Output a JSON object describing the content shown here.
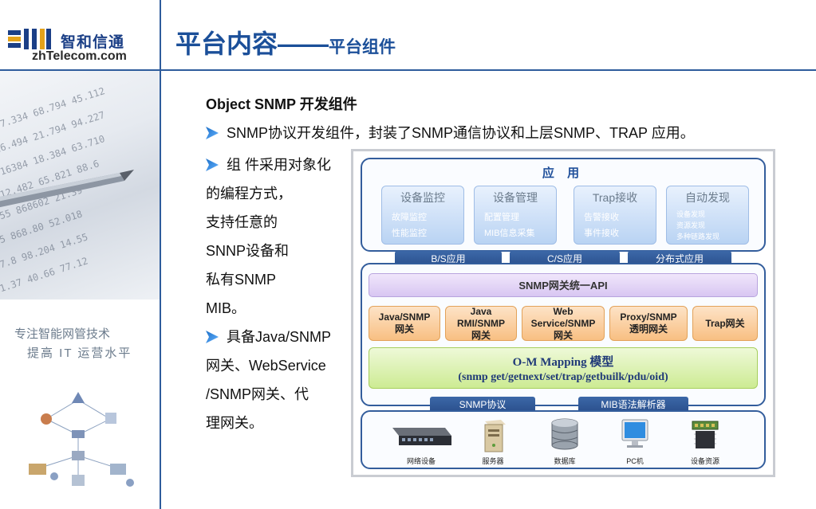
{
  "logo": {
    "cn": "智和信通",
    "en": "zhTelecom.com"
  },
  "title": {
    "main": "平台内容——",
    "sub": "平台组件"
  },
  "sidebar": {
    "slogan_line1": "专注智能网管技术",
    "slogan_line2": "提高 IT 运营水平"
  },
  "content": {
    "heading": "Object SNMP 开发组件",
    "bullet1": "SNMP协议开发组件，封装了SNMP通信协议和上层SNMP、TRAP 应用。",
    "bullet2_lines": [
      "组 件采用对象化",
      "的编程方式，",
      "支持任意的",
      "SNNP设备和",
      "私有SNMP",
      "MIB。"
    ],
    "bullet3_lines": [
      "具备Java/SNMP",
      "网关、WebService",
      "/SNMP网关、代",
      "理网关。"
    ]
  },
  "diagram": {
    "app_title": "应 用",
    "modules": [
      {
        "title": "设备监控",
        "items": [
          "故障监控",
          "性能监控"
        ]
      },
      {
        "title": "设备管理",
        "items": [
          "配置管理",
          "MIB信息采集"
        ]
      },
      {
        "title": "Trap接收",
        "items": [
          "告警接收",
          "事件接收"
        ]
      },
      {
        "title": "自动发现",
        "items": [
          "设备发现",
          "资源发现",
          "多种链路发现"
        ]
      }
    ],
    "app_tabs": [
      "B/S应用",
      "C/S应用",
      "分布式应用"
    ],
    "api_bar": "SNMP网关统一API",
    "gateways": [
      [
        "Java/SNMP",
        "网关"
      ],
      [
        "Java",
        "RMI/SNMP",
        "网关"
      ],
      [
        "Web",
        "Service/SNMP",
        "网关"
      ],
      [
        "Proxy/SNMP",
        "透明网关"
      ],
      [
        "Trap网关"
      ]
    ],
    "om_title": "O-M Mapping 模型",
    "om_sub": "(snmp get/getnext/set/trap/getbuilk/pdu/oid)",
    "lower_tabs": [
      "SNMP协议",
      "MIB语法解析器"
    ],
    "resources": [
      "网络设备",
      "服务器",
      "数据库",
      "PC机",
      "设备资源"
    ]
  }
}
